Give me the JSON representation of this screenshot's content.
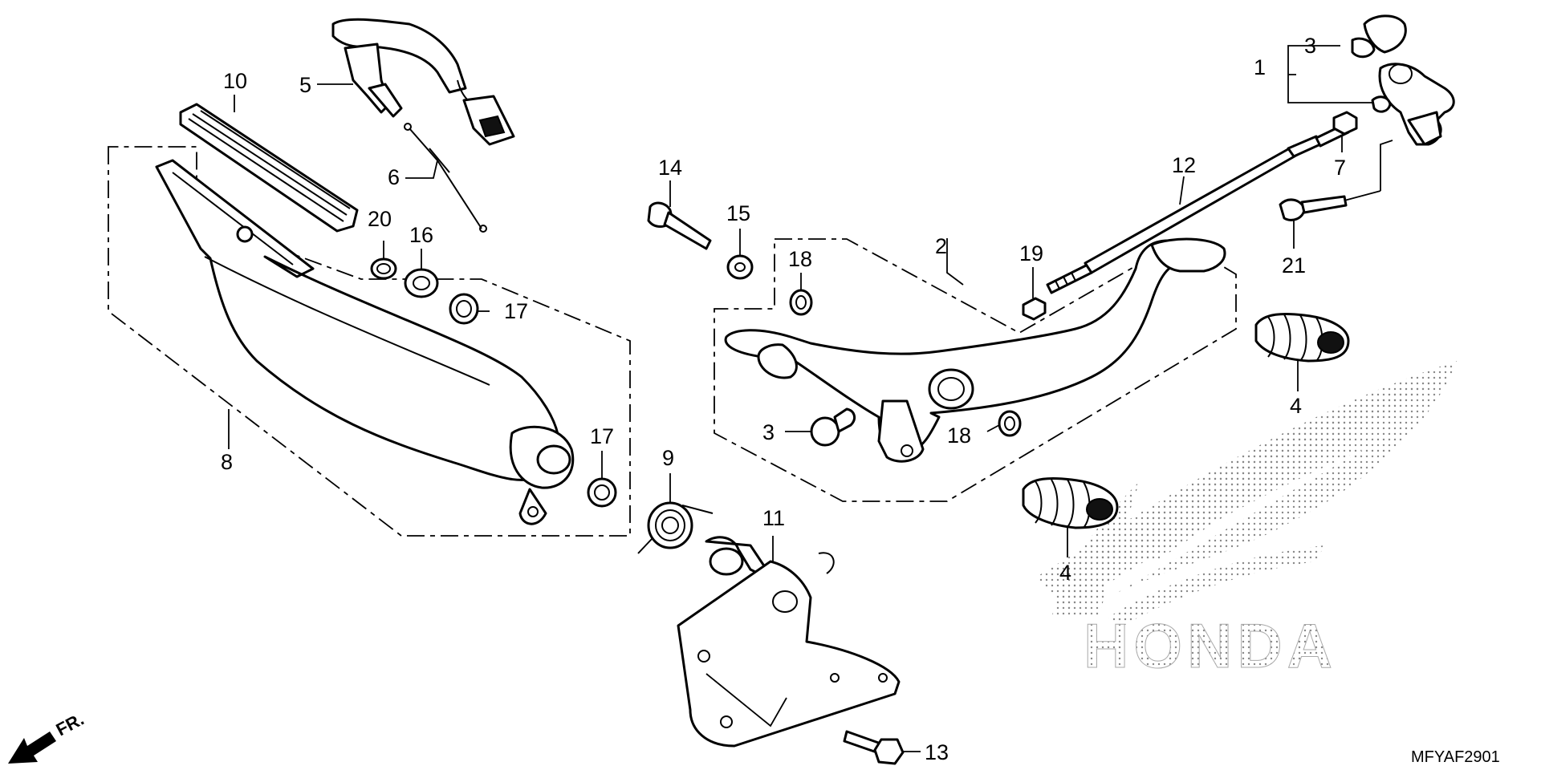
{
  "callouts": {
    "c1": "1",
    "c2": "2",
    "c3a": "3",
    "c3b": "3",
    "c4a": "4",
    "c4b": "4",
    "c5": "5",
    "c6": "6",
    "c7": "7",
    "c8": "8",
    "c9": "9",
    "c10": "10",
    "c11": "11",
    "c12": "12",
    "c13": "13",
    "c14": "14",
    "c15": "15",
    "c16": "16",
    "c17a": "17",
    "c17b": "17",
    "c18a": "18",
    "c18b": "18",
    "c19": "19",
    "c20": "20",
    "c21": "21"
  },
  "direction_label": "FR.",
  "brand_watermark": "HONDA",
  "diagram_code": "MFYAF2901",
  "colors": {
    "ink": "#000000",
    "paper": "#ffffff",
    "watermark": "#9a9a9a"
  },
  "icons": {
    "direction": "front-arrow-icon"
  }
}
